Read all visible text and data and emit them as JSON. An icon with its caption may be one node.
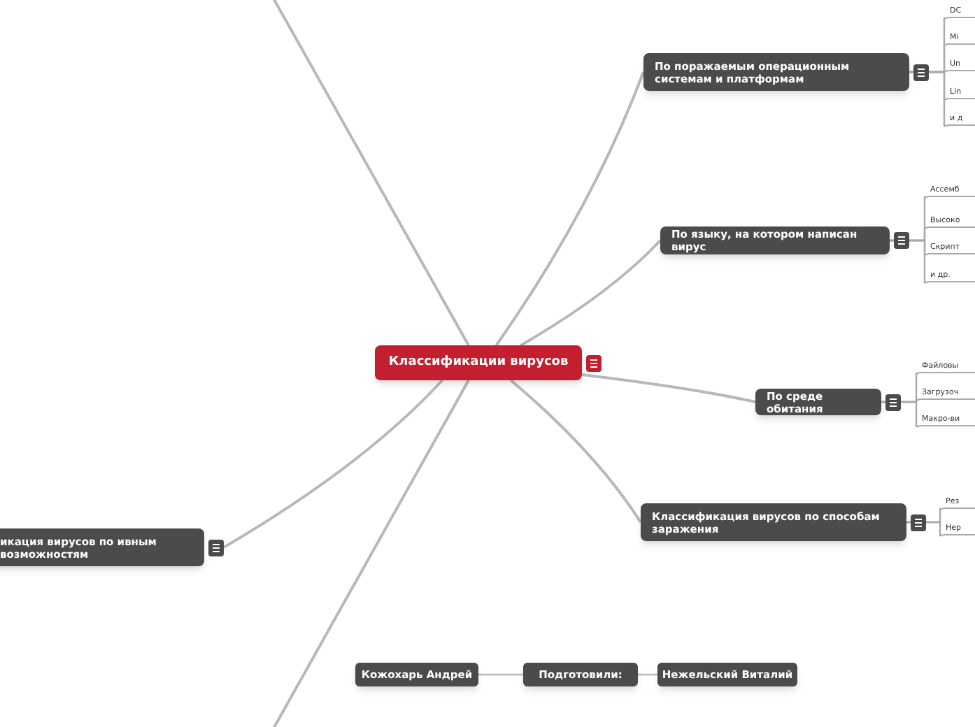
{
  "diagram": {
    "nodes": [
      {
        "text": [
          "Классификации вирусов"
        ]
      },
      {
        "text": [
          "По поражаемым операционным системам и платформам"
        ]
      },
      {
        "text": [
          "По языку, на котором написан вирус"
        ]
      },
      {
        "text": [
          "По среде обитания"
        ]
      },
      {
        "text": [
          "Классификация вирусов по способам заражения"
        ]
      },
      {
        "text": [
          "икация вирусов по ивным возможностям"
        ]
      },
      {
        "text": [
          "Подготовили:"
        ]
      },
      {
        "text": [
          "Кожохарь Андрей"
        ]
      },
      {
        "text": [
          "Нежельский Виталий"
        ]
      },
      {
        "text": [
          "DC"
        ]
      },
      {
        "text": [
          "Mi"
        ]
      },
      {
        "text": [
          "Un"
        ]
      },
      {
        "text": [
          "Lin"
        ]
      },
      {
        "text": [
          "и д"
        ]
      },
      {
        "text": [
          "Ассемб"
        ]
      },
      {
        "text": [
          "Высоко"
        ]
      },
      {
        "text": [
          "Скрипт"
        ]
      },
      {
        "text": [
          "и др."
        ]
      },
      {
        "text": [
          "Файловы"
        ]
      },
      {
        "text": [
          "Загрузоч"
        ]
      },
      {
        "text": [
          "Макро-ви"
        ]
      },
      {
        "text": [
          "Рез"
        ]
      },
      {
        "text": [
          "Нер"
        ]
      }
    ],
    "edges": [
      {
        "from": 0,
        "to": 1,
        "arrow": "none"
      },
      {
        "from": 0,
        "to": 2,
        "arrow": "none"
      },
      {
        "from": 0,
        "to": 3,
        "arrow": "none"
      },
      {
        "from": 0,
        "to": 4,
        "arrow": "none"
      },
      {
        "from": 0,
        "to": 5,
        "arrow": "none"
      },
      {
        "from": 0,
        "to": null,
        "arrow": "none"
      },
      {
        "from": 0,
        "to": null,
        "arrow": "none"
      },
      {
        "from": 6,
        "to": 7,
        "arrow": "none"
      },
      {
        "from": 6,
        "to": 8,
        "arrow": "none"
      },
      {
        "from": 1,
        "to": 9,
        "arrow": "none"
      },
      {
        "from": 1,
        "to": 10,
        "arrow": "none"
      },
      {
        "from": 1,
        "to": 11,
        "arrow": "none"
      },
      {
        "from": 1,
        "to": 12,
        "arrow": "none"
      },
      {
        "from": 1,
        "to": 13,
        "arrow": "none"
      },
      {
        "from": 2,
        "to": 14,
        "arrow": "none"
      },
      {
        "from": 2,
        "to": 15,
        "arrow": "none"
      },
      {
        "from": 2,
        "to": 16,
        "arrow": "none"
      },
      {
        "from": 2,
        "to": 17,
        "arrow": "none"
      },
      {
        "from": 3,
        "to": 18,
        "arrow": "none"
      },
      {
        "from": 3,
        "to": 19,
        "arrow": "none"
      },
      {
        "from": 3,
        "to": 20,
        "arrow": "none"
      },
      {
        "from": 4,
        "to": 21,
        "arrow": "none"
      },
      {
        "from": 4,
        "to": 22,
        "arrow": "none"
      }
    ]
  }
}
